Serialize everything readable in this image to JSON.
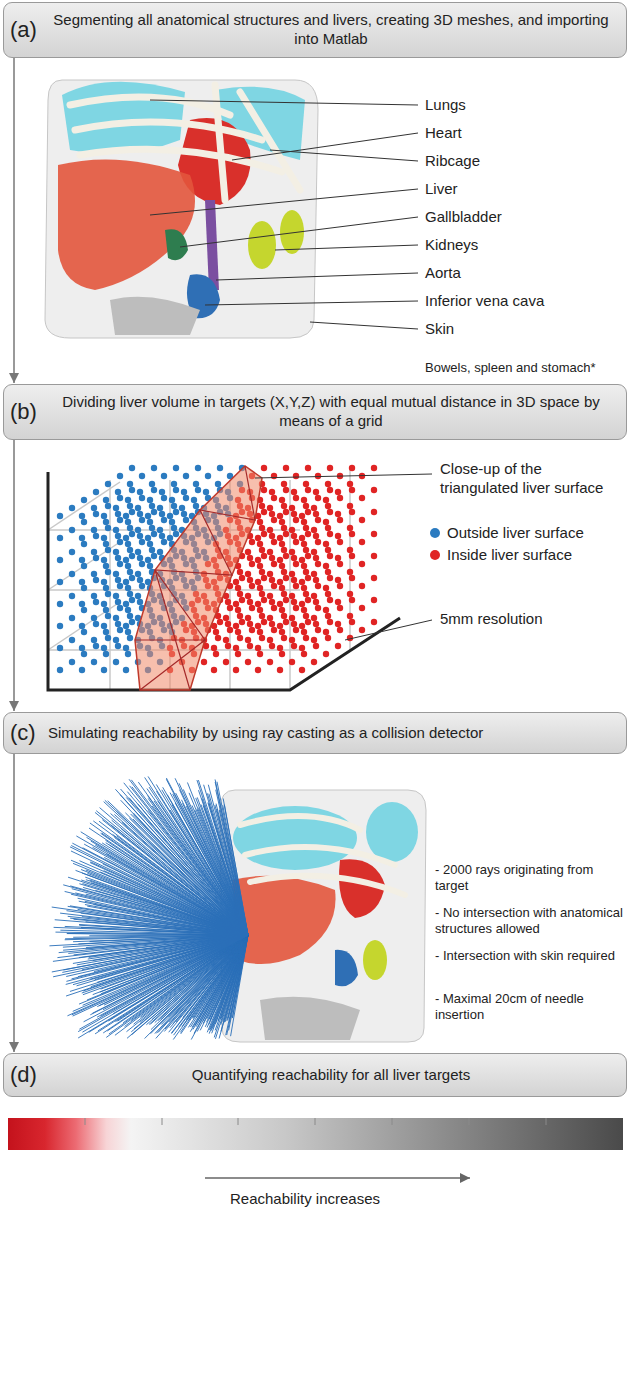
{
  "diagram": {
    "nodes": [
      {
        "text": [
          "(a)",
          "Segmenting all anatomical structures and livers, creating 3D meshes, and importing into Matlab"
        ]
      },
      {
        "text": [
          "(b)",
          "Dividing liver volume in targets (X,Y,Z) with equal mutual distance in 3D space by means of a grid"
        ]
      },
      {
        "text": [
          "(c)",
          "Simulating reachability by using ray casting as a collision detector"
        ]
      },
      {
        "text": [
          "(d)",
          "Quantifying reachability for all liver targets"
        ]
      }
    ],
    "edges": [
      {
        "from": 0,
        "to": 1,
        "arrow": "to"
      },
      {
        "from": 1,
        "to": 2,
        "arrow": "to"
      },
      {
        "from": 2,
        "to": 3,
        "arrow": "to"
      }
    ],
    "labels": [
      "Lungs",
      "Heart",
      "Ribcage",
      "Liver",
      "Gallbladder",
      "Kidneys",
      "Aorta",
      "Inferior vena cava",
      "Skin",
      "Bowels, spleen and stomach*",
      "Close-up of the triangulated liver surface",
      "5mm resolution",
      "- 2000 rays originating from target",
      "- No intersection with anatomical structures allowed",
      "- Intersection with skin required",
      "- Maximal 20cm of needle insertion",
      "Reachability increases"
    ],
    "legend": [
      {
        "text": "Outside liver surface",
        "color": "#2b7bc0"
      },
      {
        "text": "Inside liver surface",
        "color": "#e02424"
      }
    ]
  }
}
